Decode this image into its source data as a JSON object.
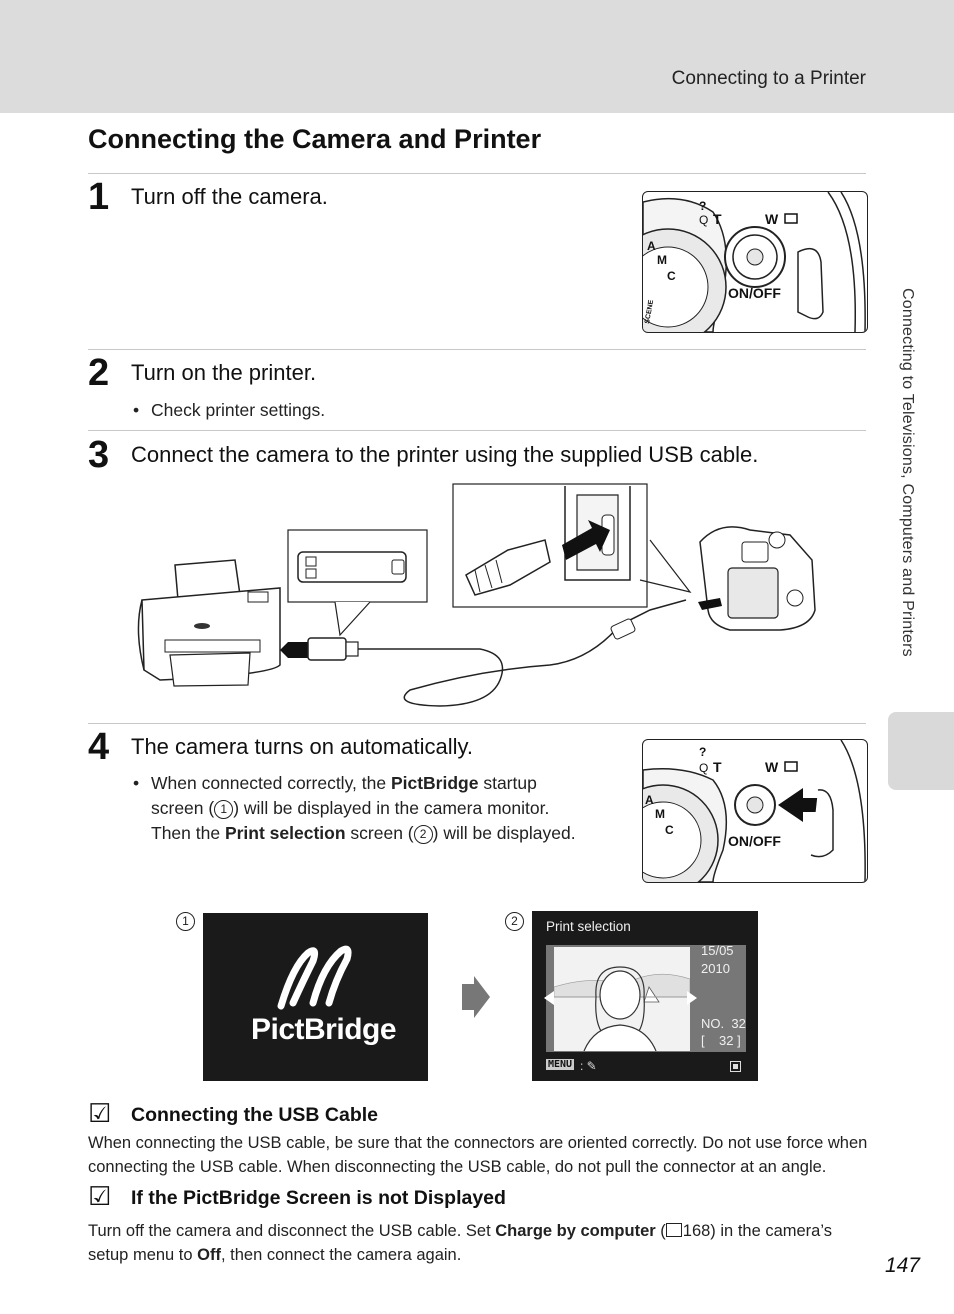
{
  "header": {
    "chapter_title": "Connecting to a Printer",
    "side_label": "Connecting to Televisions, Computers and Printers"
  },
  "section_title": "Connecting the Camera and Printer",
  "steps": [
    {
      "num": "1",
      "text": "Turn off the camera."
    },
    {
      "num": "2",
      "text": "Turn on the printer.",
      "bullet": "Check printer settings."
    },
    {
      "num": "3",
      "text": "Connect the camera to the printer using the supplied USB cable."
    },
    {
      "num": "4",
      "text": "The camera turns on automatically.",
      "bullet_parts": [
        "When connected correctly, the ",
        "PictBridge",
        " startup",
        "screen (",
        "1",
        ") will be displayed in the camera monitor.",
        "Then the ",
        "Print selection",
        " screen (",
        "2",
        ") will be displayed."
      ]
    }
  ],
  "camera_labels": {
    "on_off": "ON/OFF",
    "tele": "T",
    "wide": "W",
    "scene": "SCENE",
    "help": "?"
  },
  "screens": {
    "label1": "1",
    "label2": "2",
    "pictbridge": "PictBridge",
    "print_selection": "Print selection",
    "date_line1": "15/05",
    "date_line2": "2010",
    "no_label": "NO.  32",
    "count_label": "[    32 ]",
    "menu": "MENU"
  },
  "notes": [
    {
      "title": "Connecting the USB Cable",
      "body": [
        "When connecting the USB cable, be sure that the connectors are oriented correctly. Do not use force when",
        "connecting the USB cable. When disconnecting the USB cable, do not pull the connector at an angle."
      ]
    },
    {
      "title": "If the PictBridge Screen is not Displayed",
      "body_parts": [
        "Turn off the camera and disconnect the USB cable. Set ",
        "Charge by computer",
        " (",
        "168) in the camera’s",
        "setup menu to ",
        "Off",
        ", then connect the camera again."
      ]
    }
  ],
  "page_number": "147"
}
